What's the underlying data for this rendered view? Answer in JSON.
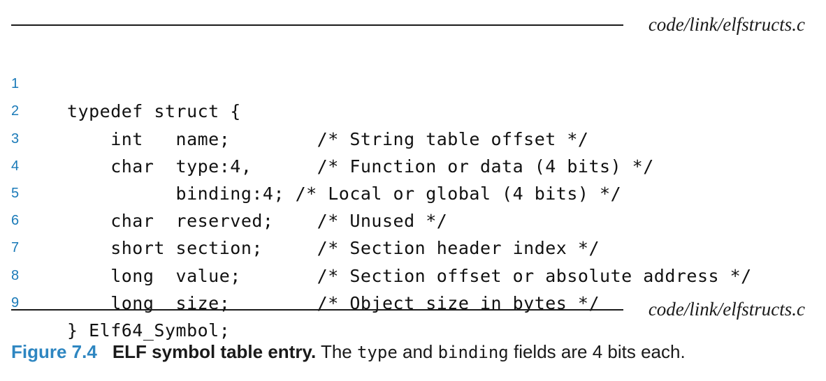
{
  "source_label": "code/link/elfstructs.c",
  "code_lines": [
    {
      "num": "1",
      "text": "typedef struct {"
    },
    {
      "num": "2",
      "text": "    int   name;        /* String table offset */"
    },
    {
      "num": "3",
      "text": "    char  type:4,      /* Function or data (4 bits) */"
    },
    {
      "num": "4",
      "text": "          binding:4; /* Local or global (4 bits) */"
    },
    {
      "num": "5",
      "text": "    char  reserved;    /* Unused */"
    },
    {
      "num": "6",
      "text": "    short section;     /* Section header index */"
    },
    {
      "num": "7",
      "text": "    long  value;       /* Section offset or absolute address */"
    },
    {
      "num": "8",
      "text": "    long  size;        /* Object size in bytes */"
    },
    {
      "num": "9",
      "text": "} Elf64_Symbol;"
    }
  ],
  "caption": {
    "label": "Figure 7.4",
    "title": "ELF symbol table entry.",
    "text_1": " The ",
    "code_1": "type",
    "text_2": " and ",
    "code_2": "binding",
    "text_3": " fields are 4 bits each."
  },
  "colors": {
    "line_number": "#1a7ab8",
    "figure_label": "#2e86c1",
    "text": "#1a1a1a"
  }
}
